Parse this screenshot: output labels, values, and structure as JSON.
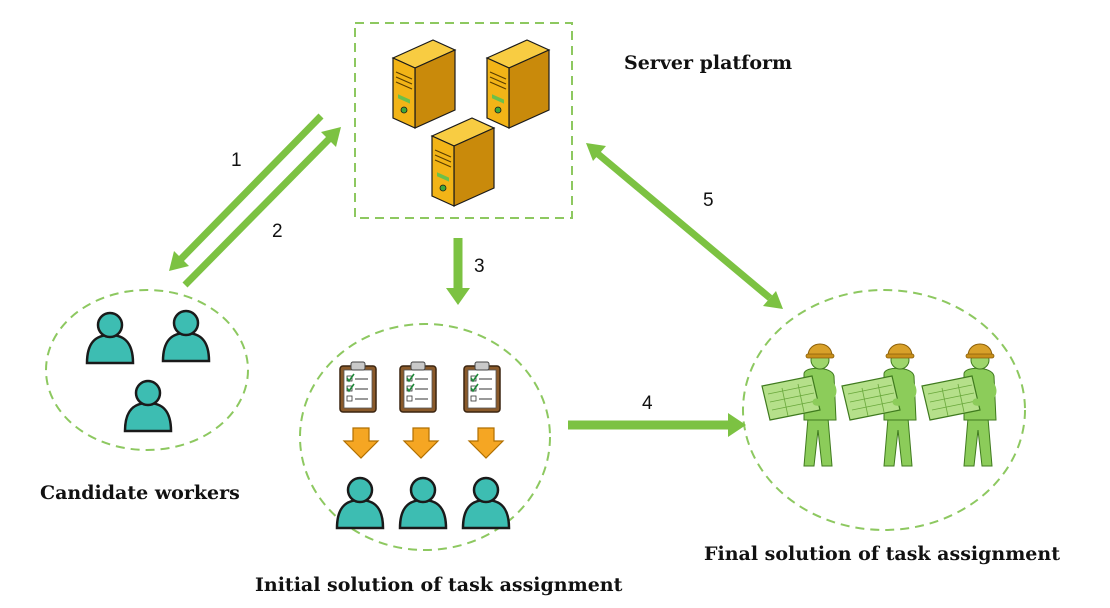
{
  "labels": {
    "server": "Server platform",
    "candidates": "Candidate workers",
    "initial": "Initial solution of task assignment",
    "final": "Final solution of task assignment"
  },
  "steps": [
    "1",
    "2",
    "3",
    "4",
    "5"
  ],
  "colors": {
    "arrow": "#7cc242",
    "dash": "#8dc860",
    "person": "#3dbdb2",
    "person_outline": "#1a1a1a",
    "server": "#f2b417",
    "worker": "#8ccc5a",
    "helmet": "#d9a12a",
    "down_arrow": "#f5a623"
  },
  "icons": [
    "server-icon",
    "person-icon",
    "clipboard-icon",
    "down-arrow-icon",
    "worker-with-blueprint-icon"
  ]
}
